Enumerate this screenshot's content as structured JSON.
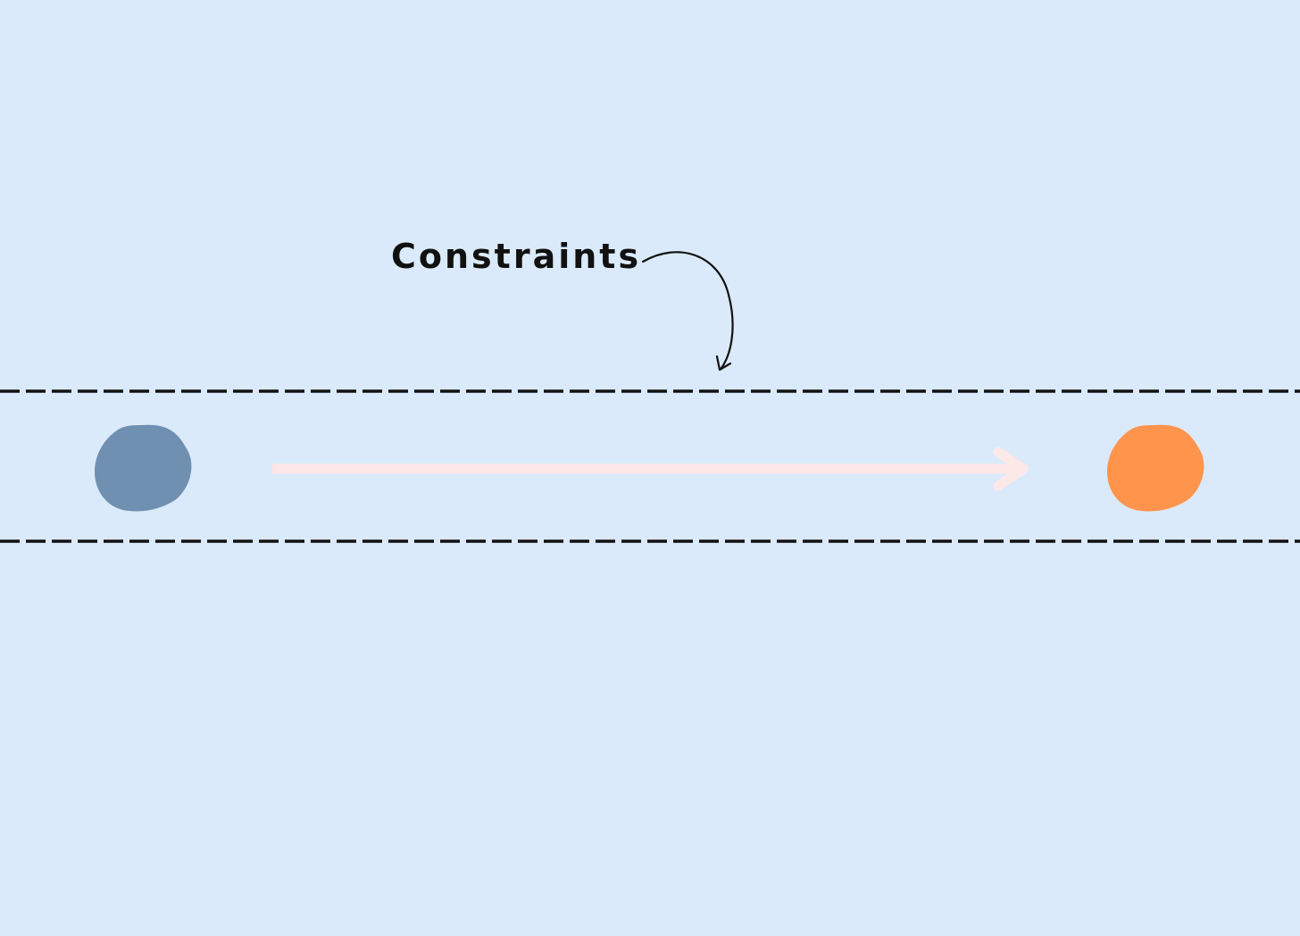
{
  "diagram": {
    "label": "Constraints",
    "colors": {
      "background": "#dbeafa",
      "boundary": "#111111",
      "start_dot": "#6f90b0",
      "end_dot": "#ff944d",
      "path_arrow": "#fde8e8",
      "annotation": "#111111"
    },
    "nodes": [
      {
        "id": "start",
        "shape": "blob",
        "color_key": "start_dot"
      },
      {
        "id": "end",
        "shape": "blob",
        "color_key": "end_dot"
      }
    ],
    "edges": [
      {
        "from": "start",
        "to": "end",
        "style": "solid-arrow"
      }
    ],
    "boundaries": [
      "top-dashed-line",
      "bottom-dashed-line"
    ]
  }
}
